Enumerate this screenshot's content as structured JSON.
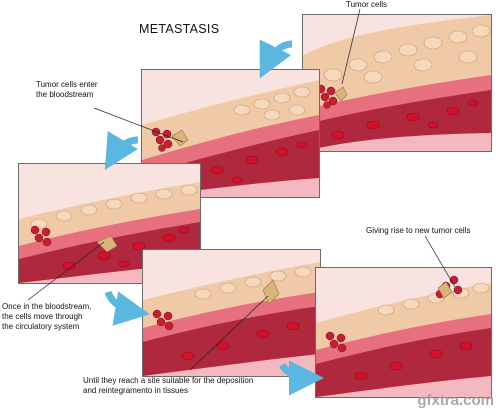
{
  "title": "METASTASIS",
  "labels": {
    "tumor_cells": "Tumor cells",
    "enter_bloodstream": [
      "Tumor cells enter",
      "the bloodstream"
    ],
    "giving_rise": "Giving rise to new tumor cells",
    "move_through": [
      "Once in the bloodstream,",
      "the cells move through",
      "the circulatory system"
    ],
    "deposition": [
      "Until they reach a site suitable for the deposition",
      "and reintegramento in tissues"
    ]
  },
  "watermark": "gfxtra.com",
  "colors": {
    "panel_bg": "#f9e3e1",
    "tissue": "#f0c9a7",
    "vessel_wall": "#d9556a",
    "vessel_lumen": "#b0283d",
    "red_cell": "#d4102a",
    "tumor_cell": "#d8b47a",
    "arrow": "#5ab7e0"
  }
}
